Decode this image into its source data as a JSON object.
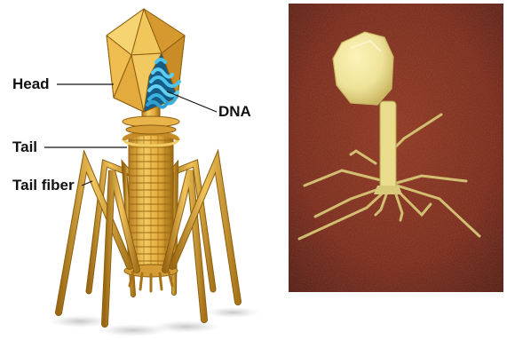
{
  "labels": {
    "head": "Head",
    "dna": "DNA",
    "tail": "Tail",
    "tail_fiber": "Tail fiber"
  },
  "colors": {
    "capsid_light": "#f3c85a",
    "capsid_mid": "#e3a93c",
    "capsid_dark": "#b9801f",
    "dna_blue": "#4cc4ee",
    "dna_dark": "#1d6d98",
    "micrograph_bg": "#7a2614",
    "micrograph_phage": "#f1ea9a",
    "leader_line": "#111111"
  },
  "icons": {
    "illustration": "bacteriophage-illustration",
    "micrograph": "bacteriophage-electron-micrograph"
  }
}
